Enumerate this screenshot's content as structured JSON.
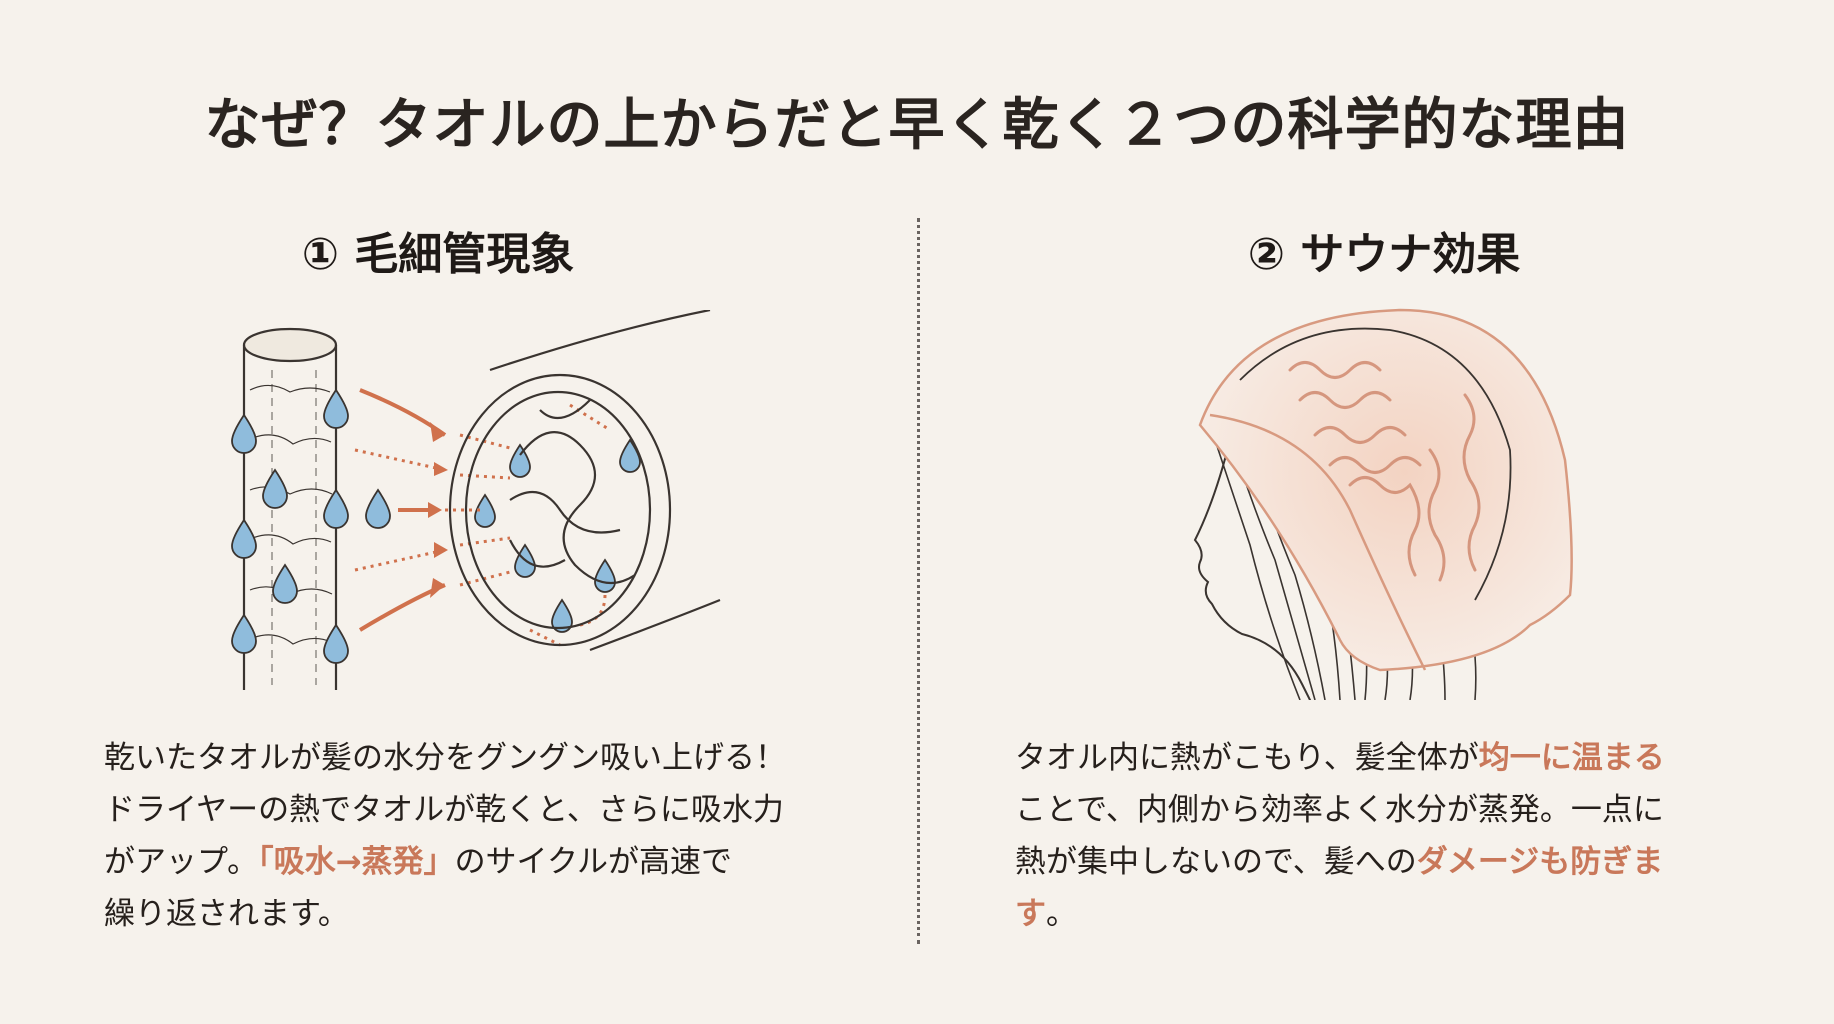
{
  "title": "なぜ？タオルの上からだと早く乾く２つの科学的な理由",
  "colors": {
    "background": "#f6f2ec",
    "text": "#2a2420",
    "accent": "#c9785a",
    "water_drop": "#8fbcdc",
    "line": "#3a3430"
  },
  "panels": [
    {
      "number": "①",
      "heading": "毛細管現象",
      "illustration": "towel-fiber-capillary-action",
      "lines": [
        [
          {
            "text": "乾いたタオルが髪の水分をグングン吸い上げる！",
            "highlight": false
          }
        ],
        [
          {
            "text": "ドライヤーの熱でタオルが乾くと、さらに吸水力",
            "highlight": false
          }
        ],
        [
          {
            "text": "がアップ。",
            "highlight": false
          },
          {
            "text": "「吸水→蒸発」",
            "highlight": true
          },
          {
            "text": "のサイクルが高速で",
            "highlight": false
          }
        ],
        [
          {
            "text": "繰り返されます。",
            "highlight": false
          }
        ]
      ]
    },
    {
      "number": "②",
      "heading": "サウナ効果",
      "illustration": "towel-wrapped-head-heat",
      "lines": [
        [
          {
            "text": "タオル内に熱がこもり、髪全体が",
            "highlight": false
          },
          {
            "text": "均一に温まる",
            "highlight": true
          }
        ],
        [
          {
            "text": "ことで、内側から効率よく水分が蒸発。一点に",
            "highlight": false
          }
        ],
        [
          {
            "text": "熱が集中しないので、髪への",
            "highlight": false
          },
          {
            "text": "ダメージも防ぎま",
            "highlight": true
          }
        ],
        [
          {
            "text": "す",
            "highlight": true
          },
          {
            "text": "。",
            "highlight": false
          }
        ]
      ]
    }
  ]
}
